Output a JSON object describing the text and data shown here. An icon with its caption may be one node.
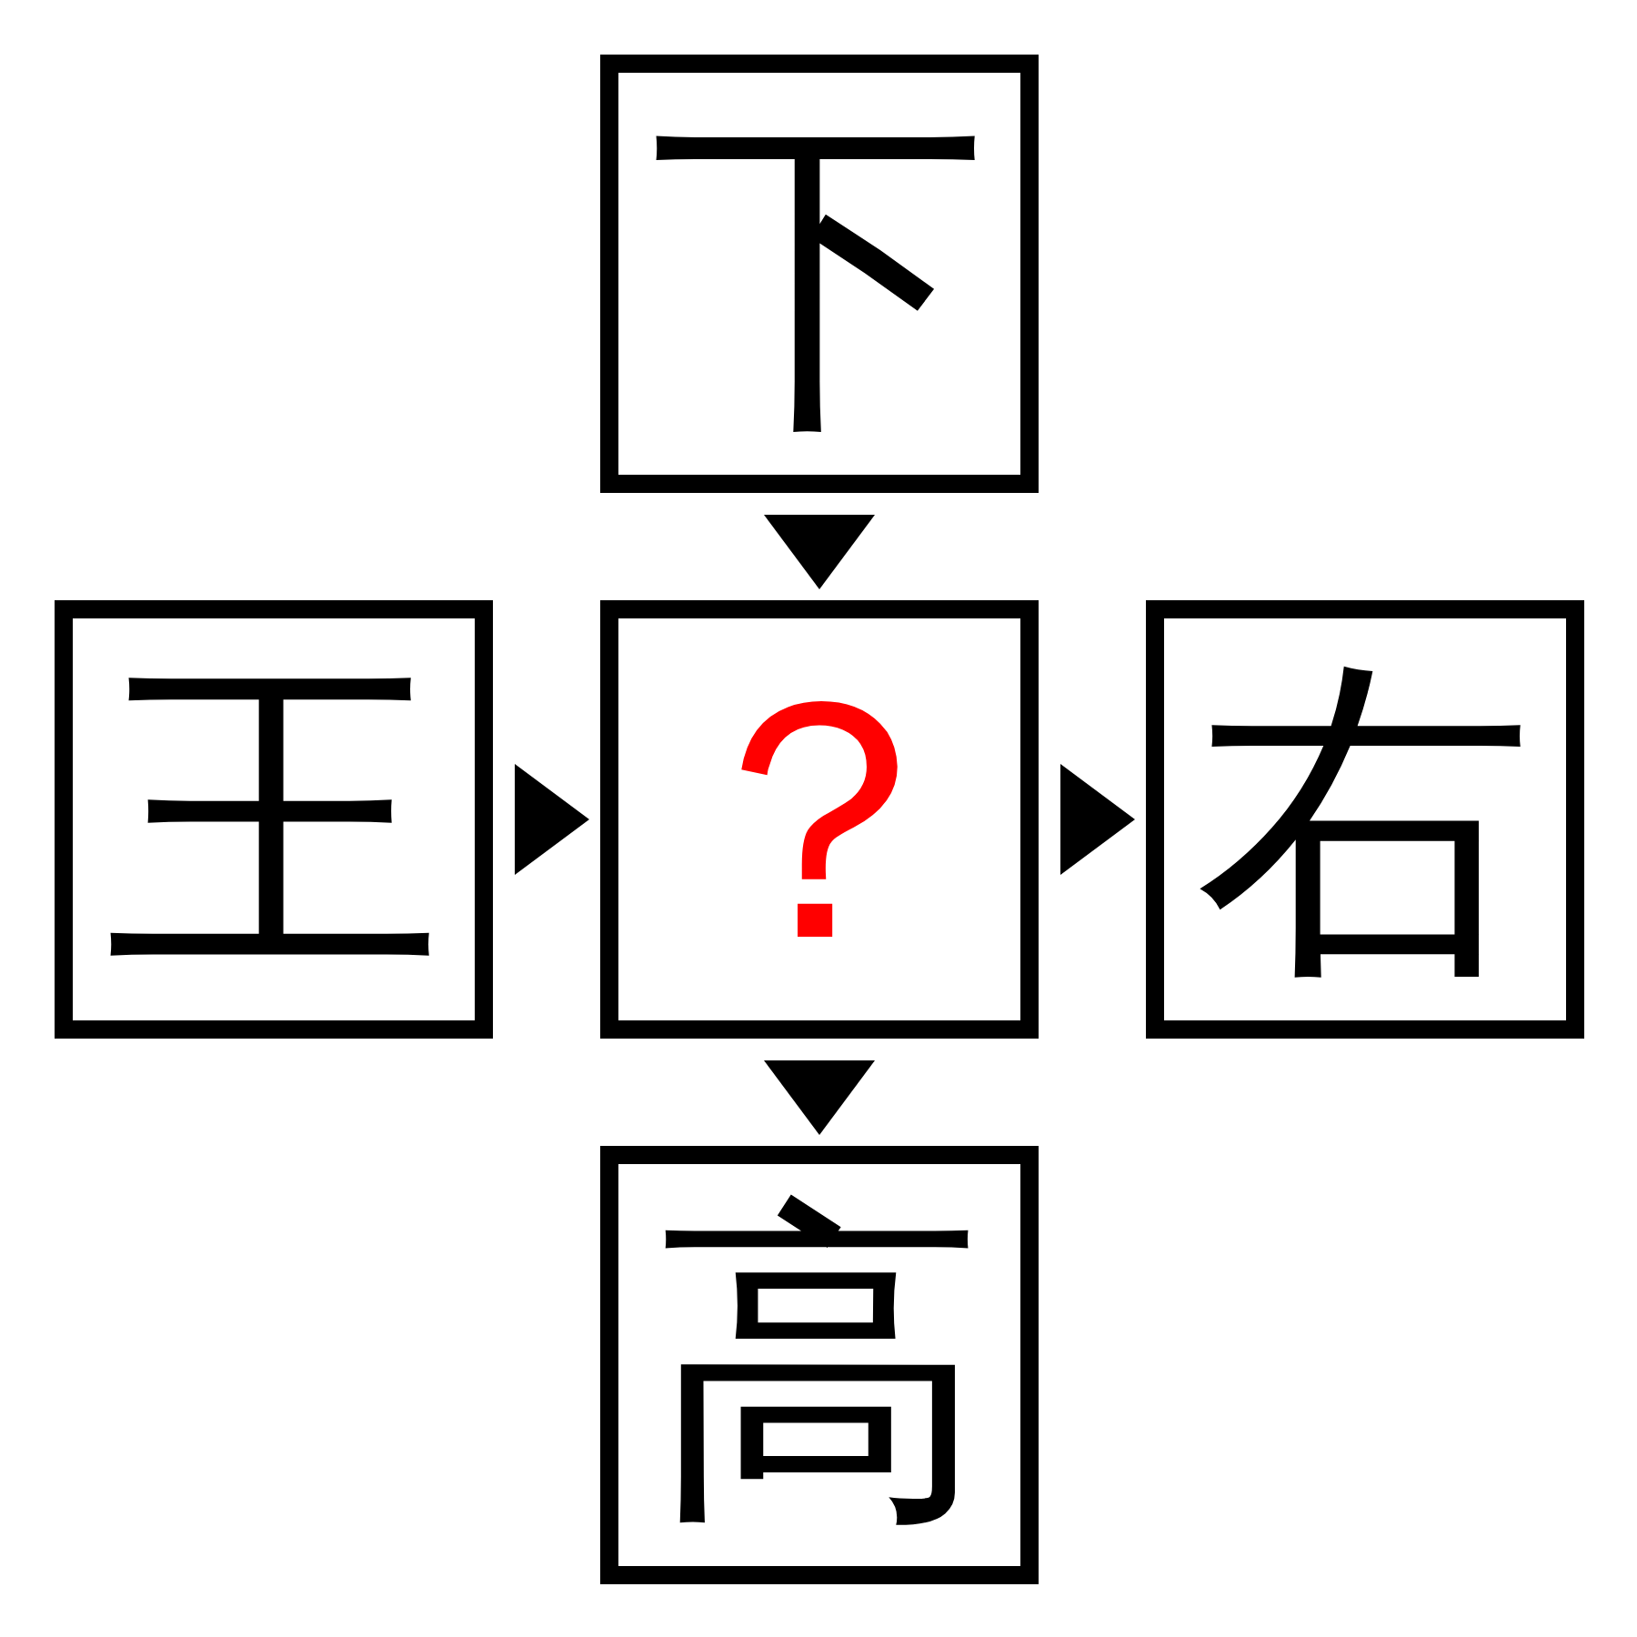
{
  "diagram": {
    "nodes": [
      {
        "text": [
          "下"
        ]
      },
      {
        "text": [
          "王"
        ]
      },
      {
        "text": [
          "？"
        ]
      },
      {
        "text": [
          "右"
        ]
      },
      {
        "text": [
          "高"
        ]
      }
    ],
    "edges": [
      {
        "from": 0,
        "to": 2,
        "arrow": "to"
      },
      {
        "from": 1,
        "to": 2,
        "arrow": "to"
      },
      {
        "from": 2,
        "to": 3,
        "arrow": "to"
      },
      {
        "from": 2,
        "to": 4,
        "arrow": "to"
      }
    ]
  }
}
